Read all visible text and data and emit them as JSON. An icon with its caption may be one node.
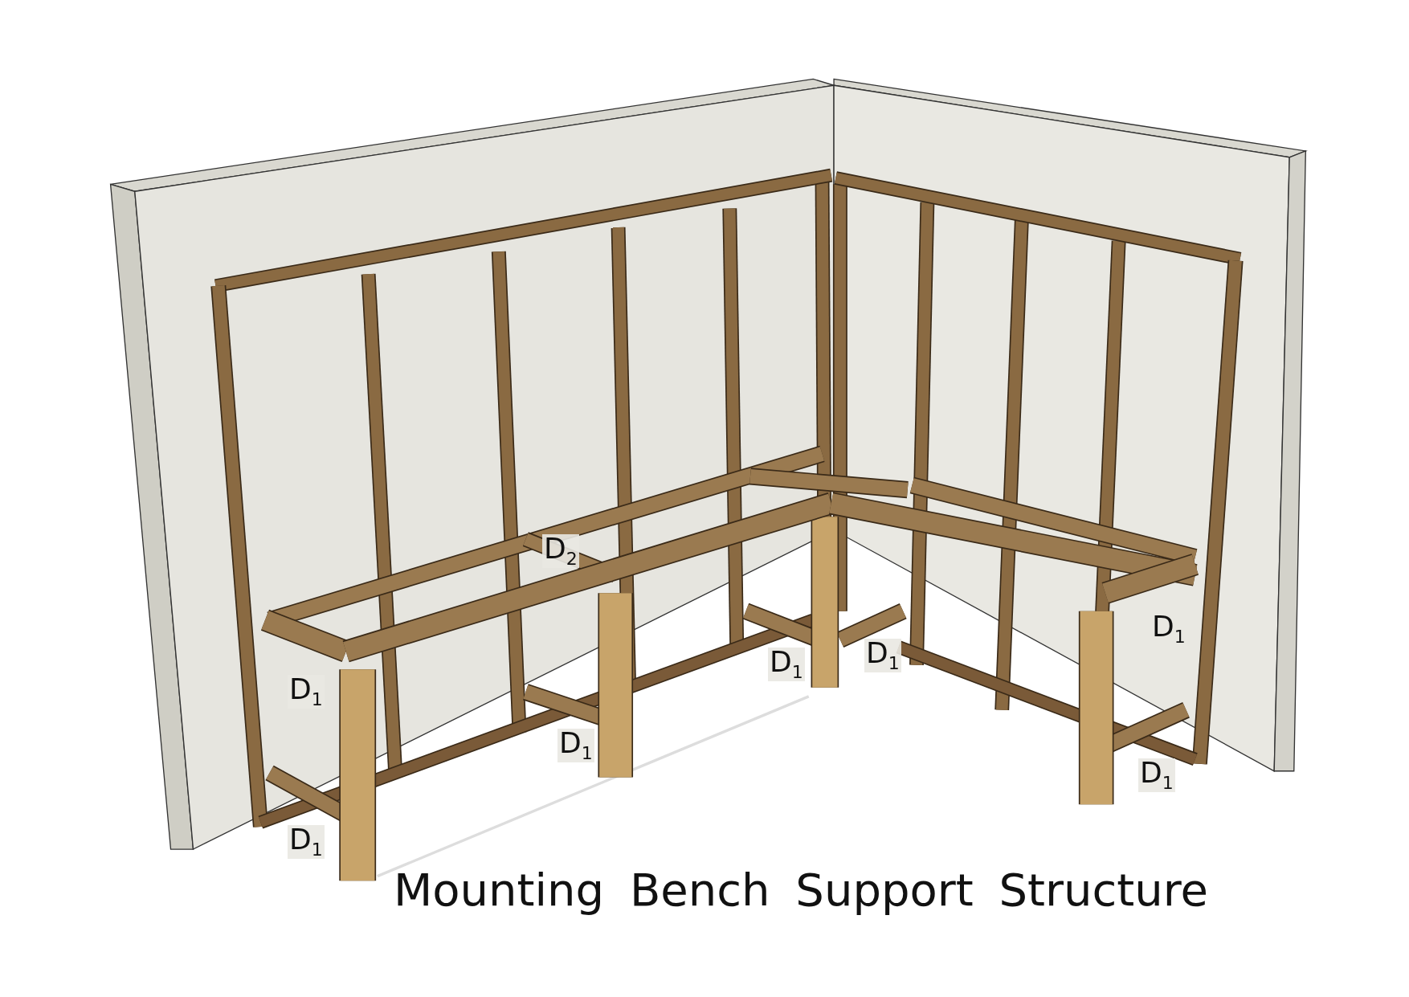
{
  "diagram": {
    "title": "Mounting Bench Support Structure",
    "labels": [
      "D$_{2}$",
      "D$_{1}$",
      "D$_{1}$",
      "D$_{1}$",
      "D$_{1}$",
      "D$_{1}$",
      "D$_{1}$",
      "D$_{1}$"
    ]
  }
}
